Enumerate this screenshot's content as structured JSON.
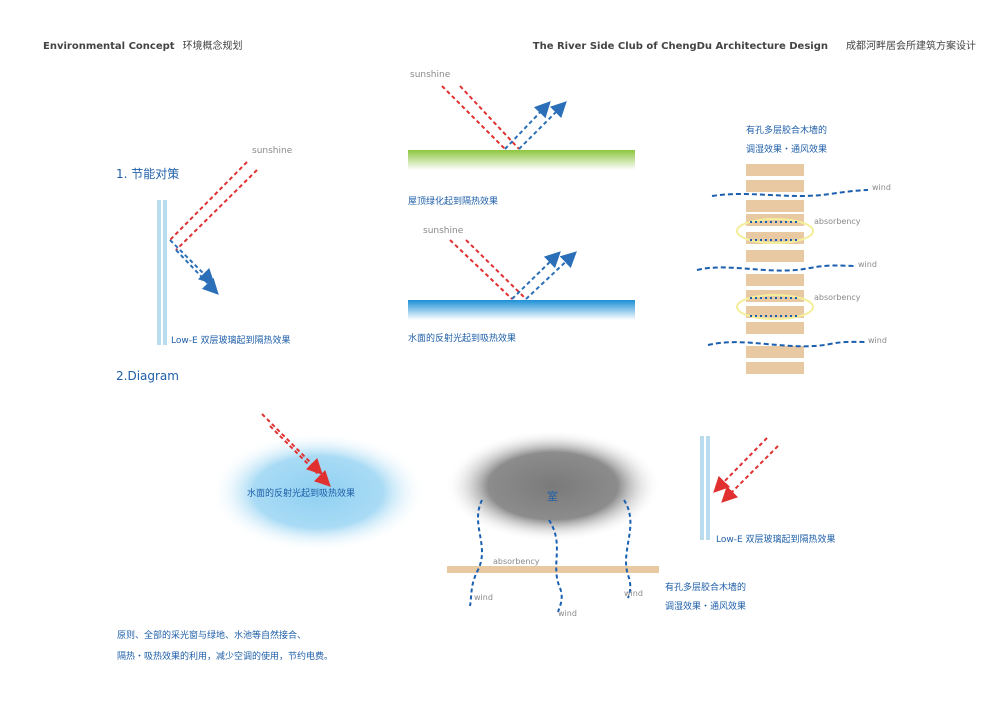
{
  "header": {
    "left_en": "Environmental Concept",
    "left_cn": "环境概念规划",
    "right_en": "The River Side Club of ChengDu Architecture Design",
    "right_cn": "成都河畔居会所建筑方案设计"
  },
  "sections": {
    "s1": "1. 节能对策",
    "s2": "2.Diagram"
  },
  "labels": {
    "sunshine": "sunshine",
    "low_e": "Low-E 双层玻璃起到隔热效果",
    "roof_green": "屋顶绿化起到隔热效果",
    "water_reflect": "水面的反射光起到吸热效果",
    "wood_wall_l1": "有孔多层胶合木墙的",
    "wood_wall_l2": "调湿效果・通风效果",
    "wind": "wind",
    "absorbency": "absorbency",
    "room": "室"
  },
  "principle": {
    "line1": "原则、全部的采光窗与绿地、水池等自然接合、",
    "line2": "隔热・吸热效果的利用，减少空调的使用，节约电费。"
  },
  "colors": {
    "sun_ray": "#e03030",
    "reflect_ray": "#2a6fb8",
    "wind": "#1a5fb0",
    "wood": "#e8c9a2",
    "grass": "#8cc63e",
    "water": "#1b8fd6",
    "glass": "#b9dcef",
    "absorb_ring": "#f4ee9a",
    "gray_cloud": "#7f7f7f",
    "blue_cloud": "#8fd0f2"
  }
}
